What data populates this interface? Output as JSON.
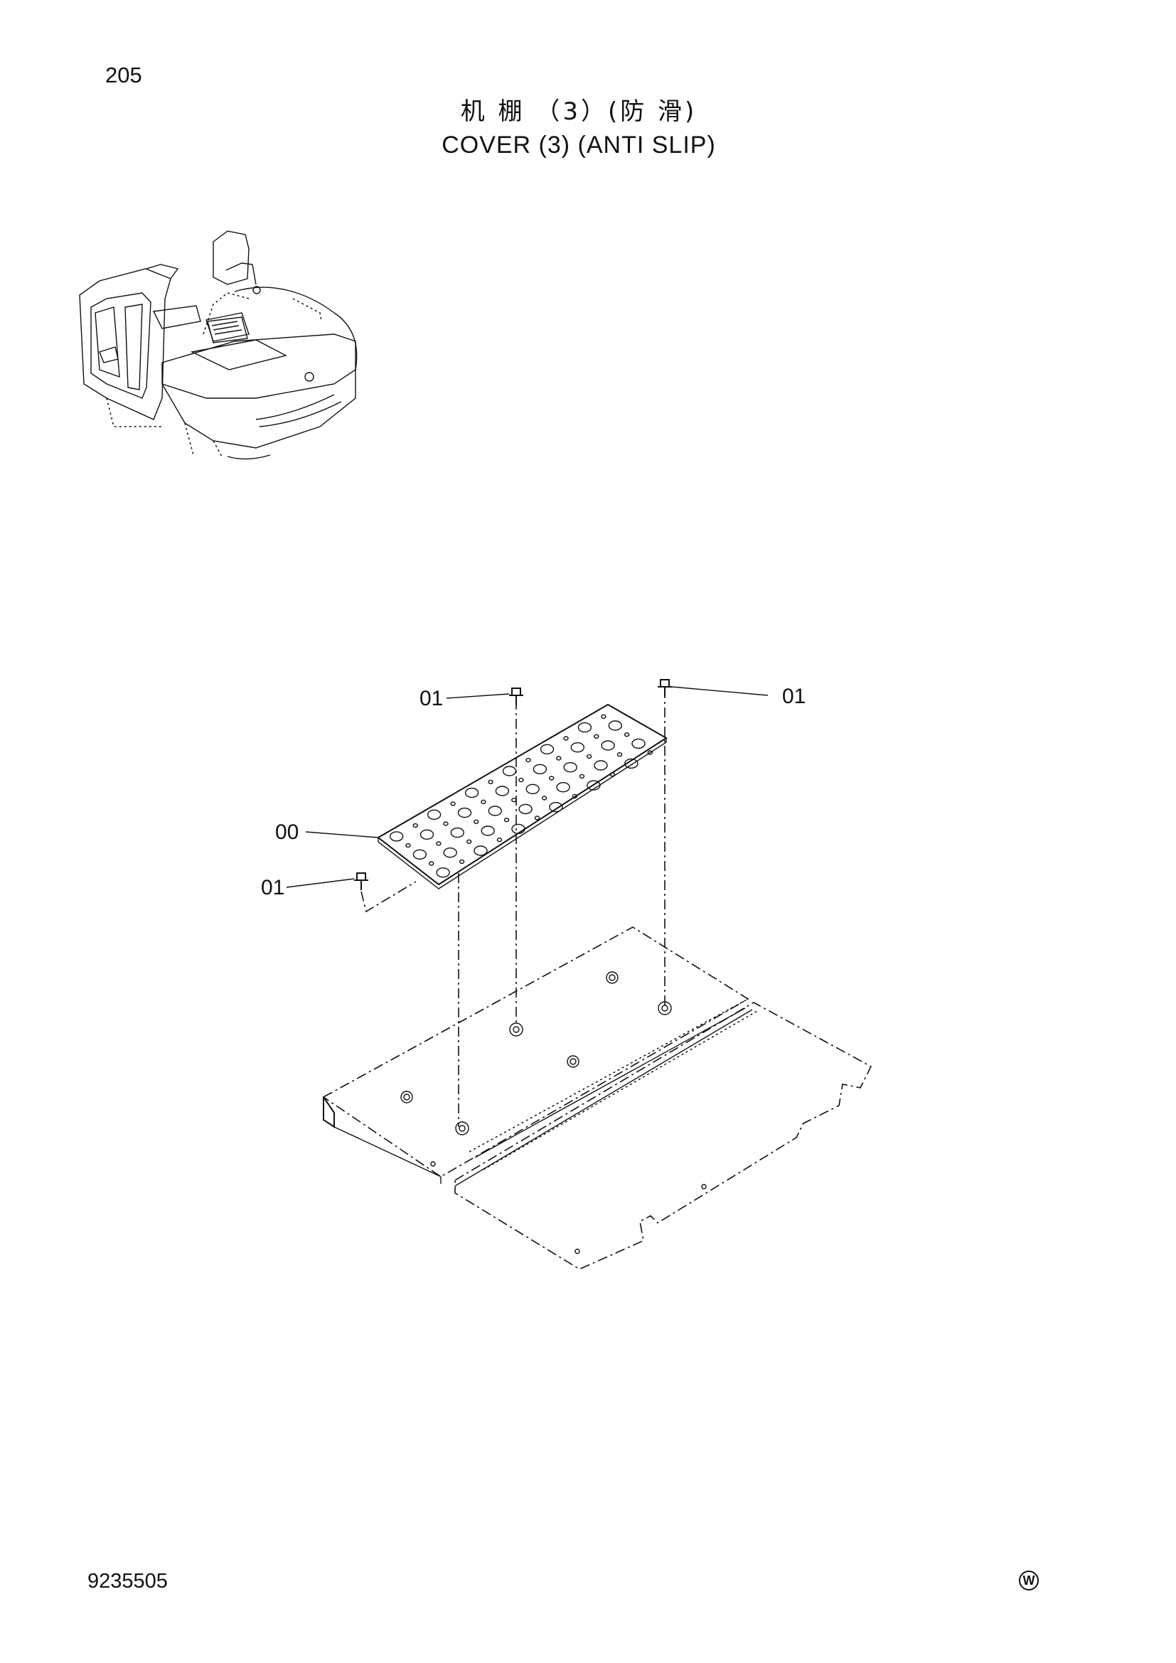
{
  "header": {
    "page_number": "205",
    "title_cn": "机 棚 （3）(防 滑)",
    "title_en": "COVER (3) (ANTI SLIP)"
  },
  "callouts": {
    "bolt_top": "01",
    "bolt_right": "01",
    "plate": "00",
    "bolt_left": "01"
  },
  "footer": {
    "doc_number": "9235505",
    "mark": "W"
  }
}
